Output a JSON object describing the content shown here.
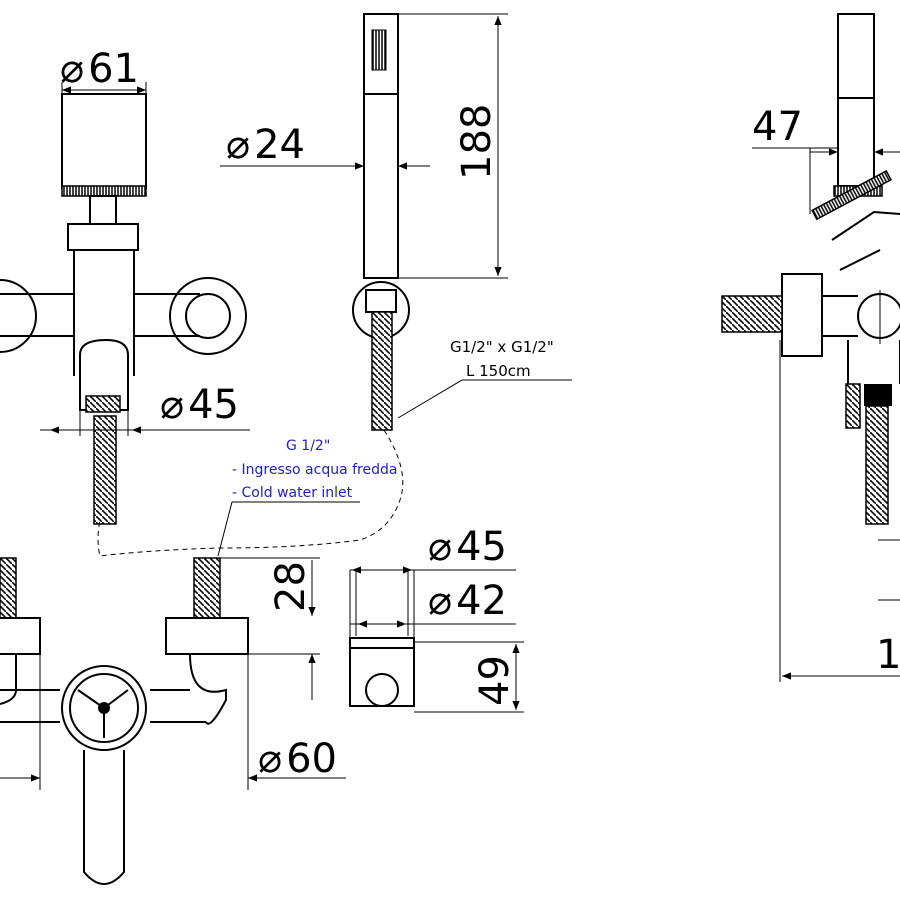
{
  "dimensions": {
    "head_diameter": "61",
    "shower_handle_diameter": "24",
    "shower_handle_length": "188",
    "spout_diameter": "45",
    "side_offset": "47",
    "inlet_height": "28",
    "holder_outer_diameter": "45",
    "holder_inner_diameter": "42",
    "holder_height": "49",
    "escutcheon_diameter": "60",
    "right_partial": "1"
  },
  "symbols": {
    "diameter": "⌀"
  },
  "hose_note": {
    "line1": "G1/2\" x G1/2\"",
    "line2": "L 150cm"
  },
  "inlet_note": {
    "line1": "G 1/2\"",
    "line2": "- Ingresso acqua fredda",
    "line3": "- Cold water inlet",
    "color": "#2020c8"
  }
}
